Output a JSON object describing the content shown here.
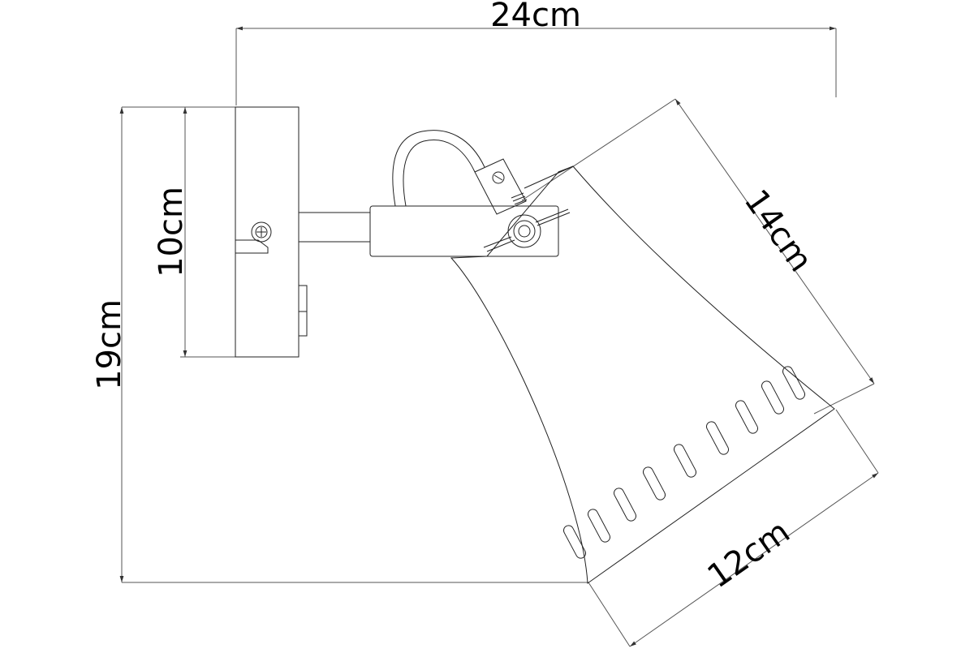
{
  "dimensions": {
    "width_total": "24cm",
    "plate_height": "10cm",
    "total_height": "19cm",
    "shade_length": "14cm",
    "shade_diameter": "12cm"
  },
  "colors": {
    "line": "#222222",
    "dimension_line": "#555555",
    "background": "#ffffff"
  }
}
